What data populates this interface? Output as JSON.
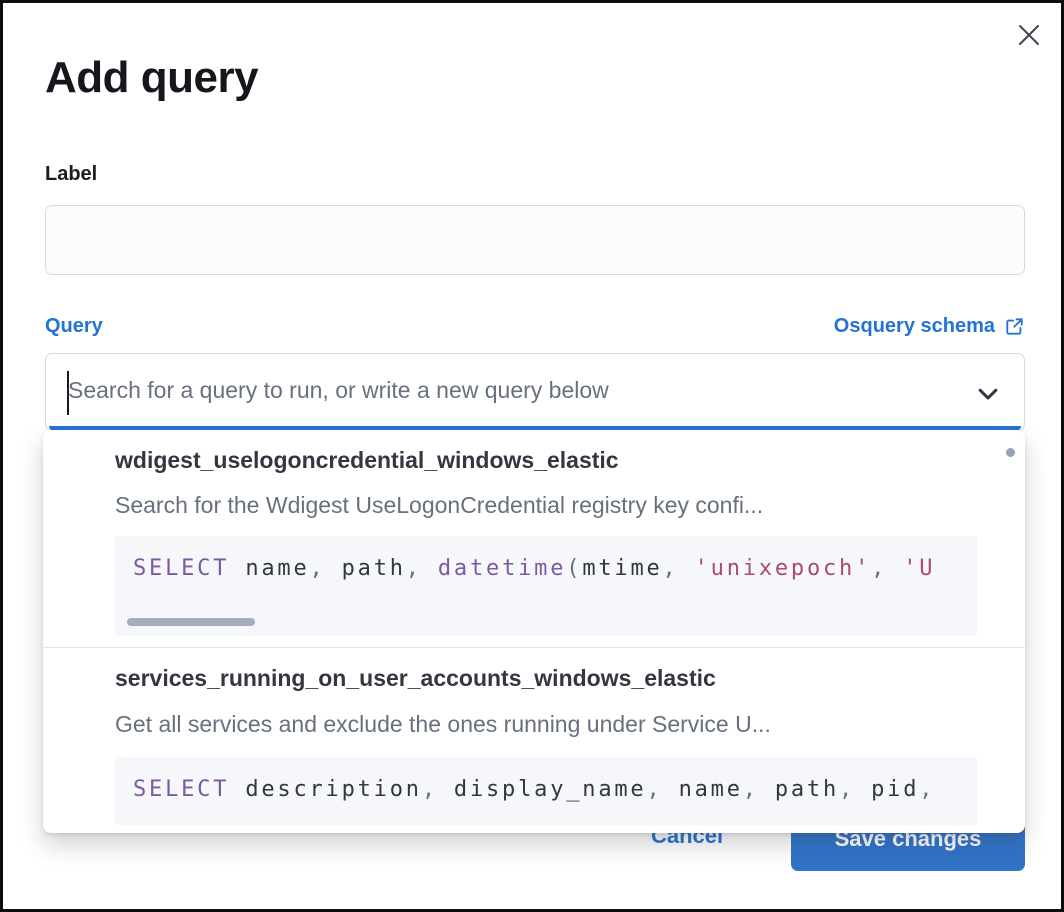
{
  "modal": {
    "title": "Add query"
  },
  "icons": {
    "close": "✕",
    "external_link": "↗",
    "chevron_down": "⌄",
    "vertical_scroll_thumb": "dot",
    "horizontal_scroll_thumb": "bar"
  },
  "colors": {
    "accent_blue": "#2573d1",
    "save_button_blue": "#3173c9",
    "text_dark": "#1a1c21",
    "text_secondary": "#69707d",
    "code_background": "#f5f7fa",
    "code_keyword": "#7c5aa3",
    "code_string": "#ae4a6e",
    "input_border": "#d3dae6",
    "frame_border": "#0c0c0c"
  },
  "label_field": {
    "label": "Label",
    "value": ""
  },
  "query_combobox": {
    "label": "Query",
    "schema_link_label": "Osquery schema",
    "placeholder": "Search for a query to run, or write a new query below",
    "value": ""
  },
  "dropdown": {
    "options": [
      {
        "title": "wdigest_uselogoncredential_windows_elastic",
        "description": "Search for the Wdigest UseLogonCredential registry key confi...",
        "code_tokens": [
          {
            "t": "SELECT",
            "c": "k"
          },
          {
            "t": " name",
            "c": "p"
          },
          {
            "t": ", ",
            "c": "u"
          },
          {
            "t": "path",
            "c": "p"
          },
          {
            "t": ", ",
            "c": "u"
          },
          {
            "t": "datetime",
            "c": "k"
          },
          {
            "t": "(",
            "c": "u"
          },
          {
            "t": "mtime",
            "c": "p"
          },
          {
            "t": ", ",
            "c": "u"
          },
          {
            "t": "'unixepoch'",
            "c": "s"
          },
          {
            "t": ", ",
            "c": "u"
          },
          {
            "t": "'U",
            "c": "s"
          }
        ]
      },
      {
        "title": "services_running_on_user_accounts_windows_elastic",
        "description": "Get all services and exclude the ones running under Service U...",
        "code_tokens": [
          {
            "t": "SELECT",
            "c": "k"
          },
          {
            "t": " description",
            "c": "p"
          },
          {
            "t": ", ",
            "c": "u"
          },
          {
            "t": "display_name",
            "c": "p"
          },
          {
            "t": ", ",
            "c": "u"
          },
          {
            "t": "name",
            "c": "p"
          },
          {
            "t": ", ",
            "c": "u"
          },
          {
            "t": "path",
            "c": "p"
          },
          {
            "t": ", ",
            "c": "u"
          },
          {
            "t": "pid",
            "c": "p"
          },
          {
            "t": ",",
            "c": "u"
          }
        ]
      }
    ]
  },
  "footer": {
    "cancel_label": "Cancel",
    "save_label": "Save changes"
  }
}
